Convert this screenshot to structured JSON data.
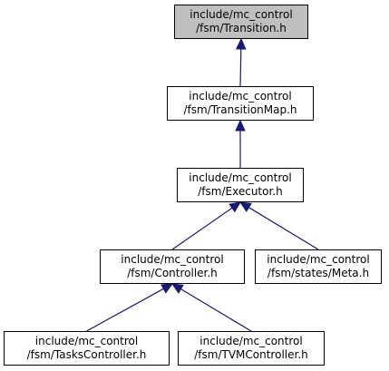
{
  "colors": {
    "edge": "#191970",
    "highlight_fill": "#bfbfbf",
    "border": "#000000"
  },
  "nodes": [
    {
      "id": "transition",
      "line1": "include/mc_control",
      "line2": "/fsm/Transition.h",
      "highlighted": true
    },
    {
      "id": "transition-map",
      "line1": "include/mc_control",
      "line2": "/fsm/TransitionMap.h",
      "highlighted": false
    },
    {
      "id": "executor",
      "line1": "include/mc_control",
      "line2": "/fsm/Executor.h",
      "highlighted": false
    },
    {
      "id": "controller",
      "line1": "include/mc_control",
      "line2": "/fsm/Controller.h",
      "highlighted": false
    },
    {
      "id": "meta",
      "line1": "include/mc_control",
      "line2": "/fsm/states/Meta.h",
      "highlighted": false
    },
    {
      "id": "tasks-controller",
      "line1": "include/mc_control",
      "line2": "/fsm/TasksController.h",
      "highlighted": false
    },
    {
      "id": "tvm-controller",
      "line1": "include/mc_control",
      "line2": "/fsm/TVMController.h",
      "highlighted": false
    }
  ],
  "edges": [
    {
      "from": "transition-map",
      "to": "transition"
    },
    {
      "from": "executor",
      "to": "transition-map"
    },
    {
      "from": "controller",
      "to": "executor"
    },
    {
      "from": "meta",
      "to": "executor"
    },
    {
      "from": "tasks-controller",
      "to": "controller"
    },
    {
      "from": "tvm-controller",
      "to": "controller"
    }
  ]
}
